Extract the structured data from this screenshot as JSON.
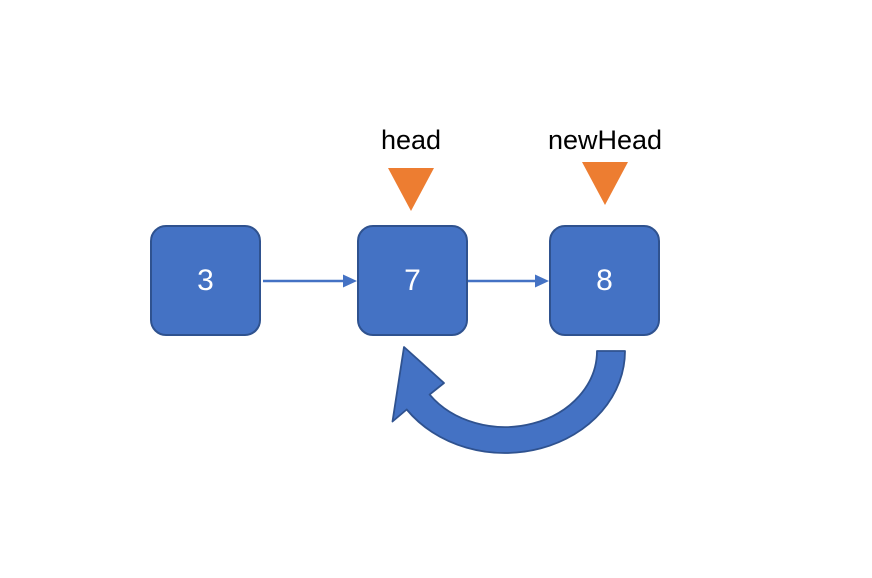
{
  "diagram": {
    "type": "linked-list",
    "nodes": [
      {
        "value": "3"
      },
      {
        "value": "7"
      },
      {
        "value": "8"
      }
    ],
    "pointers": [
      {
        "label": "head",
        "points_to": "7"
      },
      {
        "label": "newHead",
        "points_to": "8"
      }
    ],
    "edges": [
      {
        "from": "3",
        "to": "7",
        "style": "straight-arrow"
      },
      {
        "from": "7",
        "to": "8",
        "style": "straight-arrow"
      },
      {
        "from": "8",
        "to": "7",
        "style": "thick-curved-arrow"
      }
    ],
    "colors": {
      "background": "#FFFFFF",
      "node_fill": "#4472C4",
      "node_border": "#2F528F",
      "node_text": "#FFFFFF",
      "arrow": "#4472C4",
      "pointer_marker": "#ED7D31",
      "label_text": "#000000"
    }
  }
}
